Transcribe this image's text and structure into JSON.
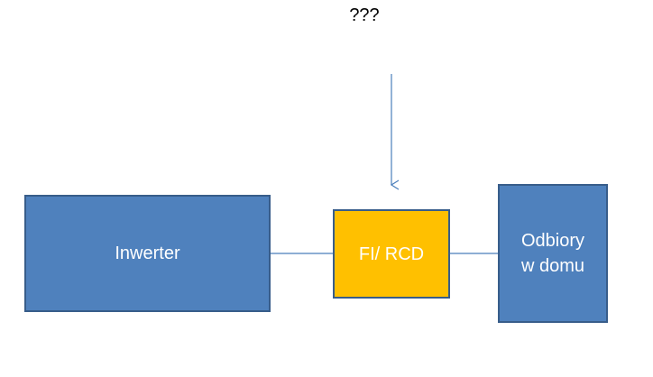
{
  "diagram": {
    "question_label": "???",
    "nodes": {
      "inverter": {
        "label": "Inwerter"
      },
      "rcd": {
        "label": "FI/ RCD"
      },
      "loads": {
        "label": "Odbiory\nw domu"
      }
    },
    "colors": {
      "box_fill_blue": "#4f81bd",
      "box_border": "#385d8a",
      "box_fill_yellow": "#ffc000",
      "connector": "#4a7ebb",
      "label_text": "#ffffff"
    }
  }
}
